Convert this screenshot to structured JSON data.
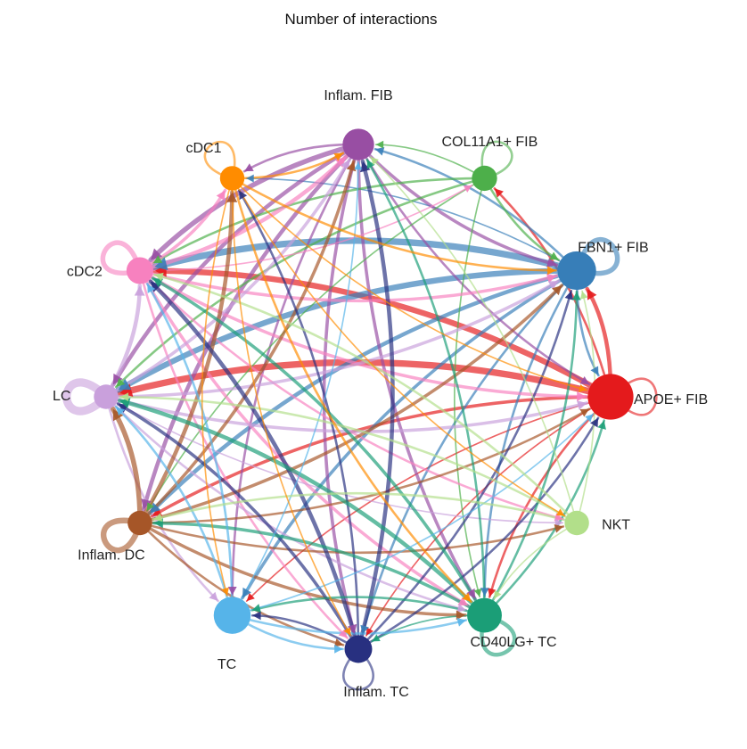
{
  "title": "Number of interactions",
  "nodes": [
    {
      "id": "inflam_fib",
      "label": "Inflam. FIB",
      "color": "#984EA3",
      "size": 2.2
    },
    {
      "id": "col11a1_fib",
      "label": "COL11A1+ FIB",
      "color": "#4DAF4A",
      "size": 1.4
    },
    {
      "id": "fbn1_fib",
      "label": "FBN1+ FIB",
      "color": "#377EB8",
      "size": 3.1
    },
    {
      "id": "apoe_fib",
      "label": "APOE+ FIB",
      "color": "#E41A1C",
      "size": 4.0
    },
    {
      "id": "nkt",
      "label": "NKT",
      "color": "#B2DF8A",
      "size": 1.3
    },
    {
      "id": "cd40lg_tc",
      "label": "CD40LG+ TC",
      "color": "#1B9E77",
      "size": 2.6
    },
    {
      "id": "inflam_tc",
      "label": "Inflam. TC",
      "color": "#283080",
      "size": 1.7
    },
    {
      "id": "tc",
      "label": "TC",
      "color": "#56B4E9",
      "size": 2.9
    },
    {
      "id": "inflam_dc",
      "label": "Inflam. DC",
      "color": "#A65628",
      "size": 1.3
    },
    {
      "id": "lc",
      "label": "LC",
      "color": "#C9A0DC",
      "size": 1.3
    },
    {
      "id": "cdc2",
      "label": "cDC2",
      "color": "#F781BF",
      "size": 1.6
    },
    {
      "id": "cdc1",
      "label": "cDC1",
      "color": "#FF8C00",
      "size": 1.3
    }
  ],
  "edges": [
    {
      "source": "inflam_fib",
      "target": "inflam_fib",
      "weight": 0
    },
    {
      "source": "col11a1_fib",
      "target": "col11a1_fib",
      "weight": 2
    },
    {
      "source": "fbn1_fib",
      "target": "fbn1_fib",
      "weight": 5
    },
    {
      "source": "apoe_fib",
      "target": "apoe_fib",
      "weight": 2
    },
    {
      "source": "cd40lg_tc",
      "target": "cd40lg_tc",
      "weight": 4
    },
    {
      "source": "inflam_tc",
      "target": "inflam_tc",
      "weight": 2
    },
    {
      "source": "inflam_dc",
      "target": "inflam_dc",
      "weight": 6
    },
    {
      "source": "lc",
      "target": "lc",
      "weight": 9
    },
    {
      "source": "cdc2",
      "target": "cdc2",
      "weight": 5
    },
    {
      "source": "cdc1",
      "target": "cdc1",
      "weight": 2
    },
    {
      "source": "apoe_fib",
      "target": "lc",
      "weight": 7
    },
    {
      "source": "apoe_fib",
      "target": "cdc2",
      "weight": 6
    },
    {
      "source": "apoe_fib",
      "target": "fbn1_fib",
      "weight": 4
    },
    {
      "source": "apoe_fib",
      "target": "inflam_dc",
      "weight": 3
    },
    {
      "source": "apoe_fib",
      "target": "col11a1_fib",
      "weight": 2
    },
    {
      "source": "apoe_fib",
      "target": "inflam_tc",
      "weight": 1
    },
    {
      "source": "apoe_fib",
      "target": "cd40lg_tc",
      "weight": 2
    },
    {
      "source": "apoe_fib",
      "target": "tc",
      "weight": 1
    },
    {
      "source": "fbn1_fib",
      "target": "cdc2",
      "weight": 7
    },
    {
      "source": "fbn1_fib",
      "target": "lc",
      "weight": 6
    },
    {
      "source": "fbn1_fib",
      "target": "apoe_fib",
      "weight": 2
    },
    {
      "source": "fbn1_fib",
      "target": "inflam_dc",
      "weight": 4
    },
    {
      "source": "fbn1_fib",
      "target": "tc",
      "weight": 3
    },
    {
      "source": "fbn1_fib",
      "target": "inflam_tc",
      "weight": 2
    },
    {
      "source": "fbn1_fib",
      "target": "cd40lg_tc",
      "weight": 2
    },
    {
      "source": "fbn1_fib",
      "target": "inflam_fib",
      "weight": 2
    },
    {
      "source": "fbn1_fib",
      "target": "cdc1",
      "weight": 1
    },
    {
      "source": "inflam_fib",
      "target": "cdc2",
      "weight": 5
    },
    {
      "source": "inflam_fib",
      "target": "lc",
      "weight": 4
    },
    {
      "source": "inflam_fib",
      "target": "inflam_dc",
      "weight": 4
    },
    {
      "source": "inflam_fib",
      "target": "cd40lg_tc",
      "weight": 3
    },
    {
      "source": "inflam_fib",
      "target": "inflam_tc",
      "weight": 3
    },
    {
      "source": "inflam_fib",
      "target": "fbn1_fib",
      "weight": 3
    },
    {
      "source": "inflam_fib",
      "target": "apoe_fib",
      "weight": 2
    },
    {
      "source": "inflam_fib",
      "target": "tc",
      "weight": 2
    },
    {
      "source": "inflam_fib",
      "target": "cdc1",
      "weight": 2
    },
    {
      "source": "col11a1_fib",
      "target": "cdc2",
      "weight": 2
    },
    {
      "source": "col11a1_fib",
      "target": "lc",
      "weight": 2
    },
    {
      "source": "col11a1_fib",
      "target": "fbn1_fib",
      "weight": 2
    },
    {
      "source": "col11a1_fib",
      "target": "inflam_dc",
      "weight": 1
    },
    {
      "source": "col11a1_fib",
      "target": "cd40lg_tc",
      "weight": 1
    },
    {
      "source": "col11a1_fib",
      "target": "inflam_fib",
      "weight": 1
    },
    {
      "source": "cdc2",
      "target": "inflam_fib",
      "weight": 4
    },
    {
      "source": "cdc2",
      "target": "fbn1_fib",
      "weight": 3
    },
    {
      "source": "cdc2",
      "target": "apoe_fib",
      "weight": 3
    },
    {
      "source": "cdc2",
      "target": "cd40lg_tc",
      "weight": 3
    },
    {
      "source": "cdc2",
      "target": "inflam_tc",
      "weight": 2
    },
    {
      "source": "cdc2",
      "target": "nkt",
      "weight": 2
    },
    {
      "source": "cdc2",
      "target": "cdc1",
      "weight": 3
    },
    {
      "source": "cdc2",
      "target": "col11a1_fib",
      "weight": 1
    },
    {
      "source": "lc",
      "target": "fbn1_fib",
      "weight": 3
    },
    {
      "source": "lc",
      "target": "apoe_fib",
      "weight": 3
    },
    {
      "source": "lc",
      "target": "inflam_fib",
      "weight": 3
    },
    {
      "source": "lc",
      "target": "cd40lg_tc",
      "weight": 2
    },
    {
      "source": "lc",
      "target": "nkt",
      "weight": 1
    },
    {
      "source": "lc",
      "target": "tc",
      "weight": 2
    },
    {
      "source": "lc",
      "target": "cdc2",
      "weight": 4
    },
    {
      "source": "inflam_dc",
      "target": "lc",
      "weight": 5
    },
    {
      "source": "inflam_dc",
      "target": "cdc1",
      "weight": 4
    },
    {
      "source": "inflam_dc",
      "target": "inflam_fib",
      "weight": 3
    },
    {
      "source": "inflam_dc",
      "target": "fbn1_fib",
      "weight": 3
    },
    {
      "source": "inflam_dc",
      "target": "apoe_fib",
      "weight": 2
    },
    {
      "source": "inflam_dc",
      "target": "cd40lg_tc",
      "weight": 3
    },
    {
      "source": "inflam_dc",
      "target": "nkt",
      "weight": 2
    },
    {
      "source": "inflam_dc",
      "target": "inflam_tc",
      "weight": 2
    },
    {
      "source": "inflam_tc",
      "target": "inflam_fib",
      "weight": 4
    },
    {
      "source": "inflam_tc",
      "target": "cdc2",
      "weight": 4
    },
    {
      "source": "inflam_tc",
      "target": "lc",
      "weight": 3
    },
    {
      "source": "inflam_tc",
      "target": "cdc1",
      "weight": 2
    },
    {
      "source": "inflam_tc",
      "target": "apoe_fib",
      "weight": 2
    },
    {
      "source": "inflam_tc",
      "target": "fbn1_fib",
      "weight": 2
    },
    {
      "source": "inflam_tc",
      "target": "tc",
      "weight": 2
    },
    {
      "source": "cd40lg_tc",
      "target": "lc",
      "weight": 4
    },
    {
      "source": "cd40lg_tc",
      "target": "cdc2",
      "weight": 3
    },
    {
      "source": "cd40lg_tc",
      "target": "inflam_dc",
      "weight": 3
    },
    {
      "source": "cd40lg_tc",
      "target": "fbn1_fib",
      "weight": 2
    },
    {
      "source": "cd40lg_tc",
      "target": "inflam_fib",
      "weight": 2
    },
    {
      "source": "cd40lg_tc",
      "target": "apoe_fib",
      "weight": 2
    },
    {
      "source": "cd40lg_tc",
      "target": "tc",
      "weight": 2
    },
    {
      "source": "cd40lg_tc",
      "target": "inflam_tc",
      "weight": 1
    },
    {
      "source": "tc",
      "target": "cd40lg_tc",
      "weight": 2
    },
    {
      "source": "tc",
      "target": "inflam_tc",
      "weight": 2
    },
    {
      "source": "tc",
      "target": "cdc2",
      "weight": 2
    },
    {
      "source": "tc",
      "target": "lc",
      "weight": 2
    },
    {
      "source": "tc",
      "target": "apoe_fib",
      "weight": 1
    },
    {
      "source": "tc",
      "target": "inflam_fib",
      "weight": 1
    },
    {
      "source": "nkt",
      "target": "lc",
      "weight": 2
    },
    {
      "source": "nkt",
      "target": "inflam_dc",
      "weight": 2
    },
    {
      "source": "nkt",
      "target": "cdc2",
      "weight": 2
    },
    {
      "source": "nkt",
      "target": "cd40lg_tc",
      "weight": 1
    },
    {
      "source": "nkt",
      "target": "fbn1_fib",
      "weight": 1
    },
    {
      "source": "nkt",
      "target": "inflam_fib",
      "weight": 1
    },
    {
      "source": "cdc1",
      "target": "inflam_fib",
      "weight": 2
    },
    {
      "source": "cdc1",
      "target": "fbn1_fib",
      "weight": 2
    },
    {
      "source": "cdc1",
      "target": "cd40lg_tc",
      "weight": 2
    },
    {
      "source": "cdc1",
      "target": "inflam_tc",
      "weight": 1
    },
    {
      "source": "cdc1",
      "target": "tc",
      "weight": 1
    },
    {
      "source": "cdc1",
      "target": "apoe_fib",
      "weight": 1
    },
    {
      "source": "cdc1",
      "target": "nkt",
      "weight": 1
    }
  ]
}
